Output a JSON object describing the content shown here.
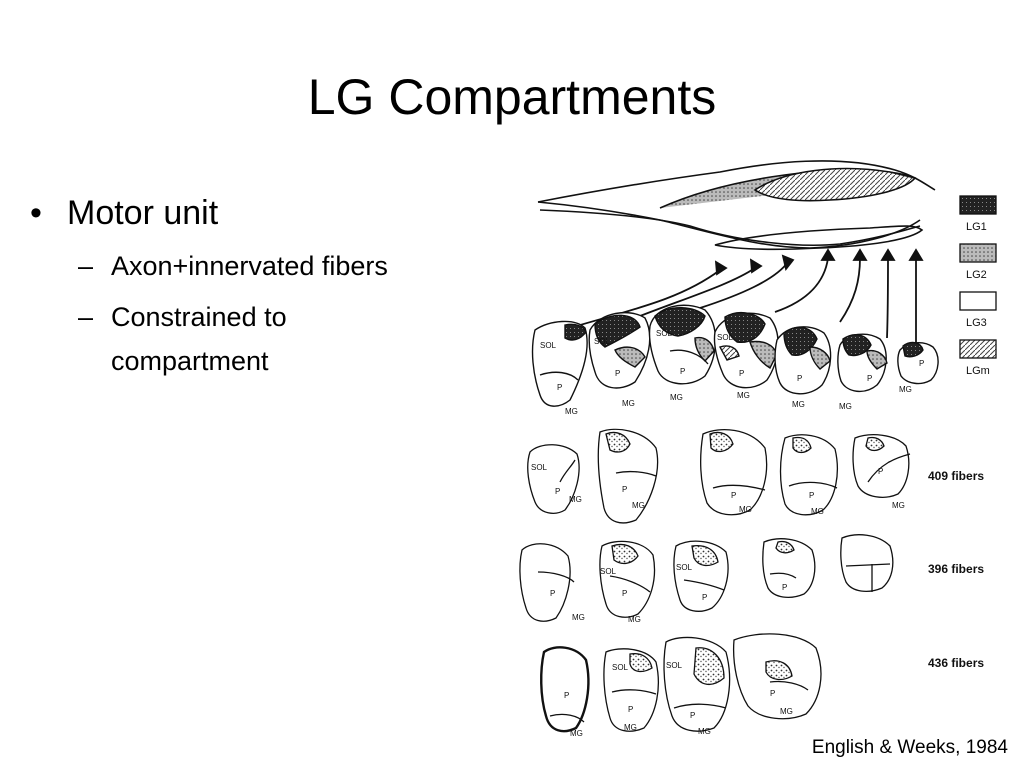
{
  "slide": {
    "title": "LG Compartments",
    "bullets": [
      {
        "text": "Motor unit",
        "children": [
          "Axon+innervated fibers",
          "Constrained to compartment"
        ]
      }
    ]
  },
  "figure": {
    "legend": [
      "LG1",
      "LG2",
      "LG3",
      "LGm"
    ],
    "section_labels": {
      "sol": "SOL",
      "p": "P",
      "mg": "MG"
    },
    "rows": [
      "409 fibers",
      "396 fibers",
      "436 fibers"
    ]
  },
  "caption": "English & Weeks, 1984"
}
